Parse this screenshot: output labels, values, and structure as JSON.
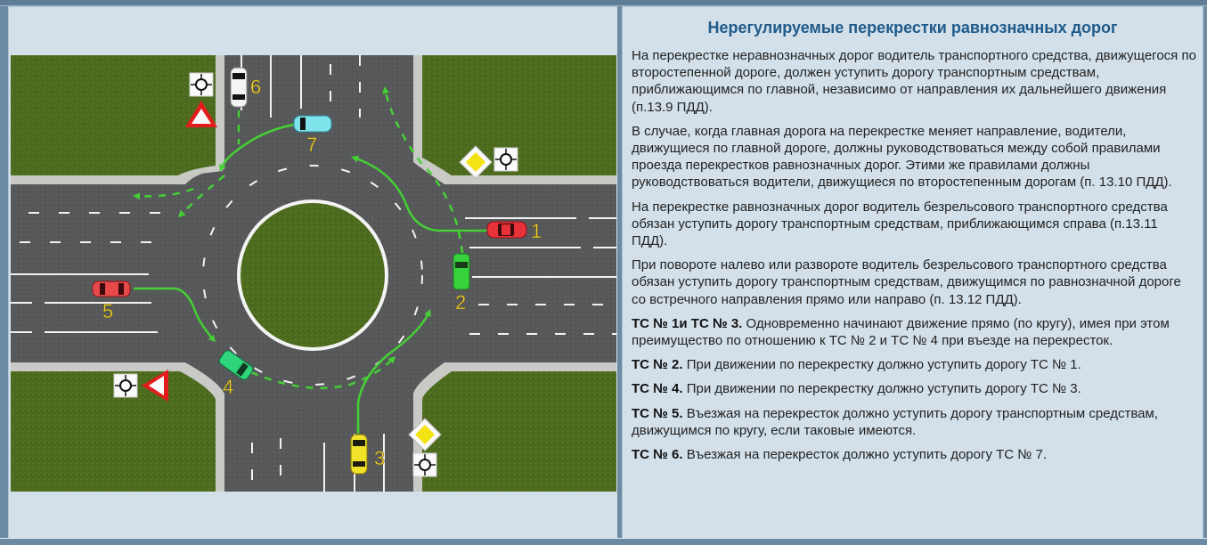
{
  "article": {
    "title": "Нерегулируемые перекрестки равнозначных дорог",
    "paragraphs": [
      {
        "text": "На перекрестке неравнозначных дорог водитель транспортного средства, движущегося по второстепенной дороге, должен уступить дорогу транспортным средствам, приближающимся по главной, независимо от направления их дальнейшего движения (п.13.9 ПДД)."
      },
      {
        "text": "В случае, когда главная дорога на перекрестке меняет направление, водители, движущиеся по главной дороге, должны руководствоваться между собой правилами проезда перекрестков равнозначных дорог. Этими же правилами должны руководствоваться водители, движущиеся по второстепенным дорогам (п. 13.10 ПДД)."
      },
      {
        "text": "На перекрестке равнозначных дорог водитель безрельсового транспортного средства обязан уступить дорогу транспортным средствам, приближающимся справа (п.13.11 ПДД)."
      },
      {
        "text": "При повороте налево или развороте водитель безрельсового транспортного средства обязан уступить дорогу транспортным средствам, движущимся по равнозначной дороге со встречного направления прямо или направо (п. 13.12 ПДД)."
      }
    ],
    "vehicle_notes": [
      {
        "label": "ТС № 1и ТС № 3.",
        "text": " Одновременно начинают движение прямо (по кругу), имея при этом преимущество по отношению к ТС № 2 и ТС № 4 при въезде на перекресток."
      },
      {
        "label": "ТС № 2.",
        "text": " При движении по перекрестку должно уступить дорогу ТС № 1."
      },
      {
        "label": "ТС № 4.",
        "text": " При движении по перекрестку должно уступить дорогу ТС № 3."
      },
      {
        "label": "ТС № 5.",
        "text": " Въезжая на перекресток должно уступить дорогу транспортным средствам, движущимся по кругу, если таковые имеются."
      },
      {
        "label": "ТС № 6.",
        "text": " Въезжая на перекресток должно уступить дорогу ТС № 7."
      }
    ]
  },
  "diagram": {
    "type": "roundabout-intersection",
    "colors": {
      "grass": "#4d6b1f",
      "asphalt": "#57585a",
      "curb": "#c9c9c6",
      "marking": "#f2f2f2",
      "path": "#45d035",
      "label": "#f0d23a",
      "panel_bg": "#d3e0ea",
      "title": "#1f5a8a"
    },
    "vehicles": [
      {
        "id": "1",
        "label": "1",
        "color": "#e8323a",
        "heading": "west"
      },
      {
        "id": "2",
        "label": "2",
        "color": "#36d33c",
        "heading": "north"
      },
      {
        "id": "3",
        "label": "3",
        "color": "#f1e22a",
        "heading": "north"
      },
      {
        "id": "4",
        "label": "4",
        "color": "#2fd57a",
        "heading": "south-east"
      },
      {
        "id": "5",
        "label": "5",
        "color": "#e6494a",
        "heading": "east"
      },
      {
        "id": "6",
        "label": "6",
        "color": "#f4f4f4",
        "heading": "south"
      },
      {
        "id": "7",
        "label": "7",
        "color": "#7fe3ec",
        "heading": "west"
      }
    ],
    "signs": [
      {
        "name": "roundabout-sign",
        "position": "top-left"
      },
      {
        "name": "yield-sign",
        "position": "top-left"
      },
      {
        "name": "priority-road-sign",
        "position": "top-right"
      },
      {
        "name": "roundabout-sign",
        "position": "top-right"
      },
      {
        "name": "roundabout-sign",
        "position": "bottom-left"
      },
      {
        "name": "yield-sign",
        "position": "bottom-left"
      },
      {
        "name": "priority-road-sign",
        "position": "bottom-right"
      },
      {
        "name": "roundabout-sign",
        "position": "bottom-right"
      }
    ]
  }
}
